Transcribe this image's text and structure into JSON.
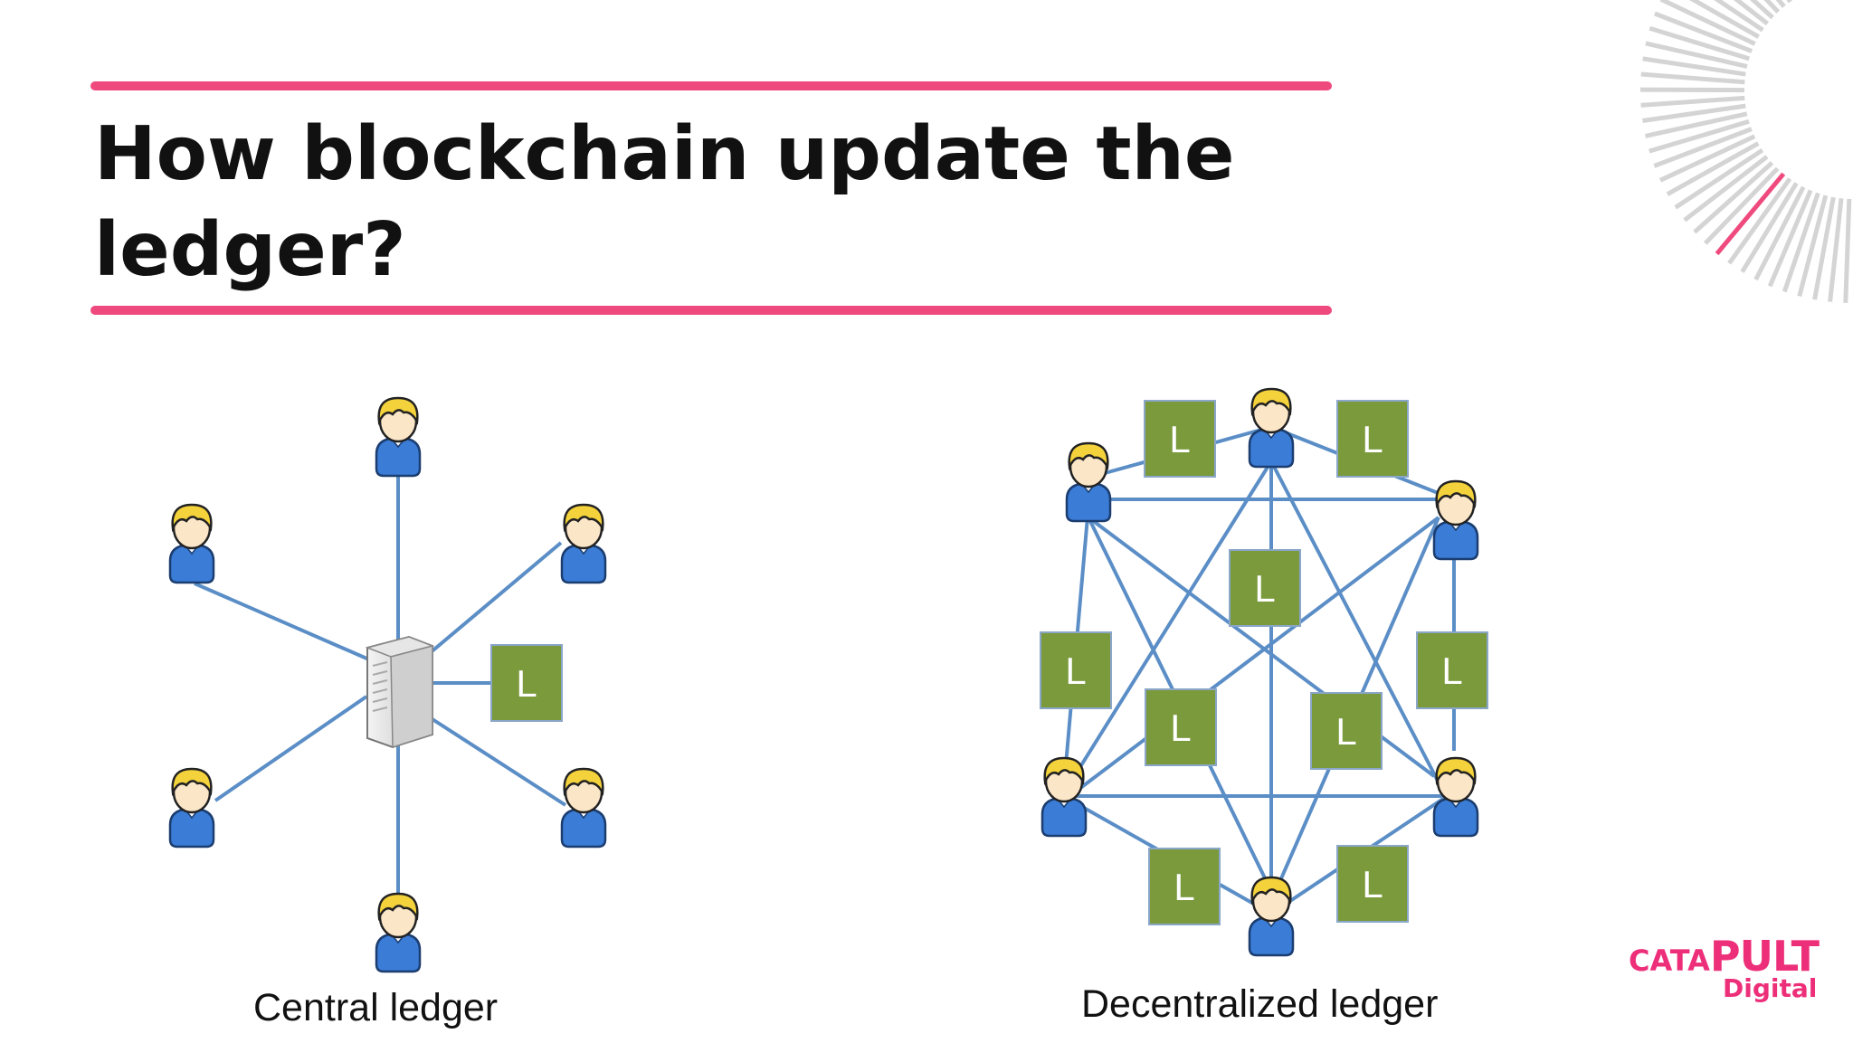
{
  "slide": {
    "title": "How blockchain update the ledger?"
  },
  "diagrams": {
    "central": {
      "caption": "Central ledger",
      "ledger_label": "L"
    },
    "decentralized": {
      "caption": "Decentralized ledger",
      "ledger_label": "L"
    }
  },
  "logo": {
    "text_lower": "cata",
    "text_upper": "PULT",
    "subtext": "Digital"
  },
  "colors": {
    "accent": "#ef4a7e",
    "ledger_box": "#7a9a3c",
    "connector": "#5b8ec6",
    "user_body": "#3a7cd6",
    "user_hair": "#f4d23c",
    "logo": "#ed2f7a"
  },
  "icons": [
    "user-icon",
    "server-icon",
    "ledger-icon",
    "catapult-burst-icon"
  ]
}
